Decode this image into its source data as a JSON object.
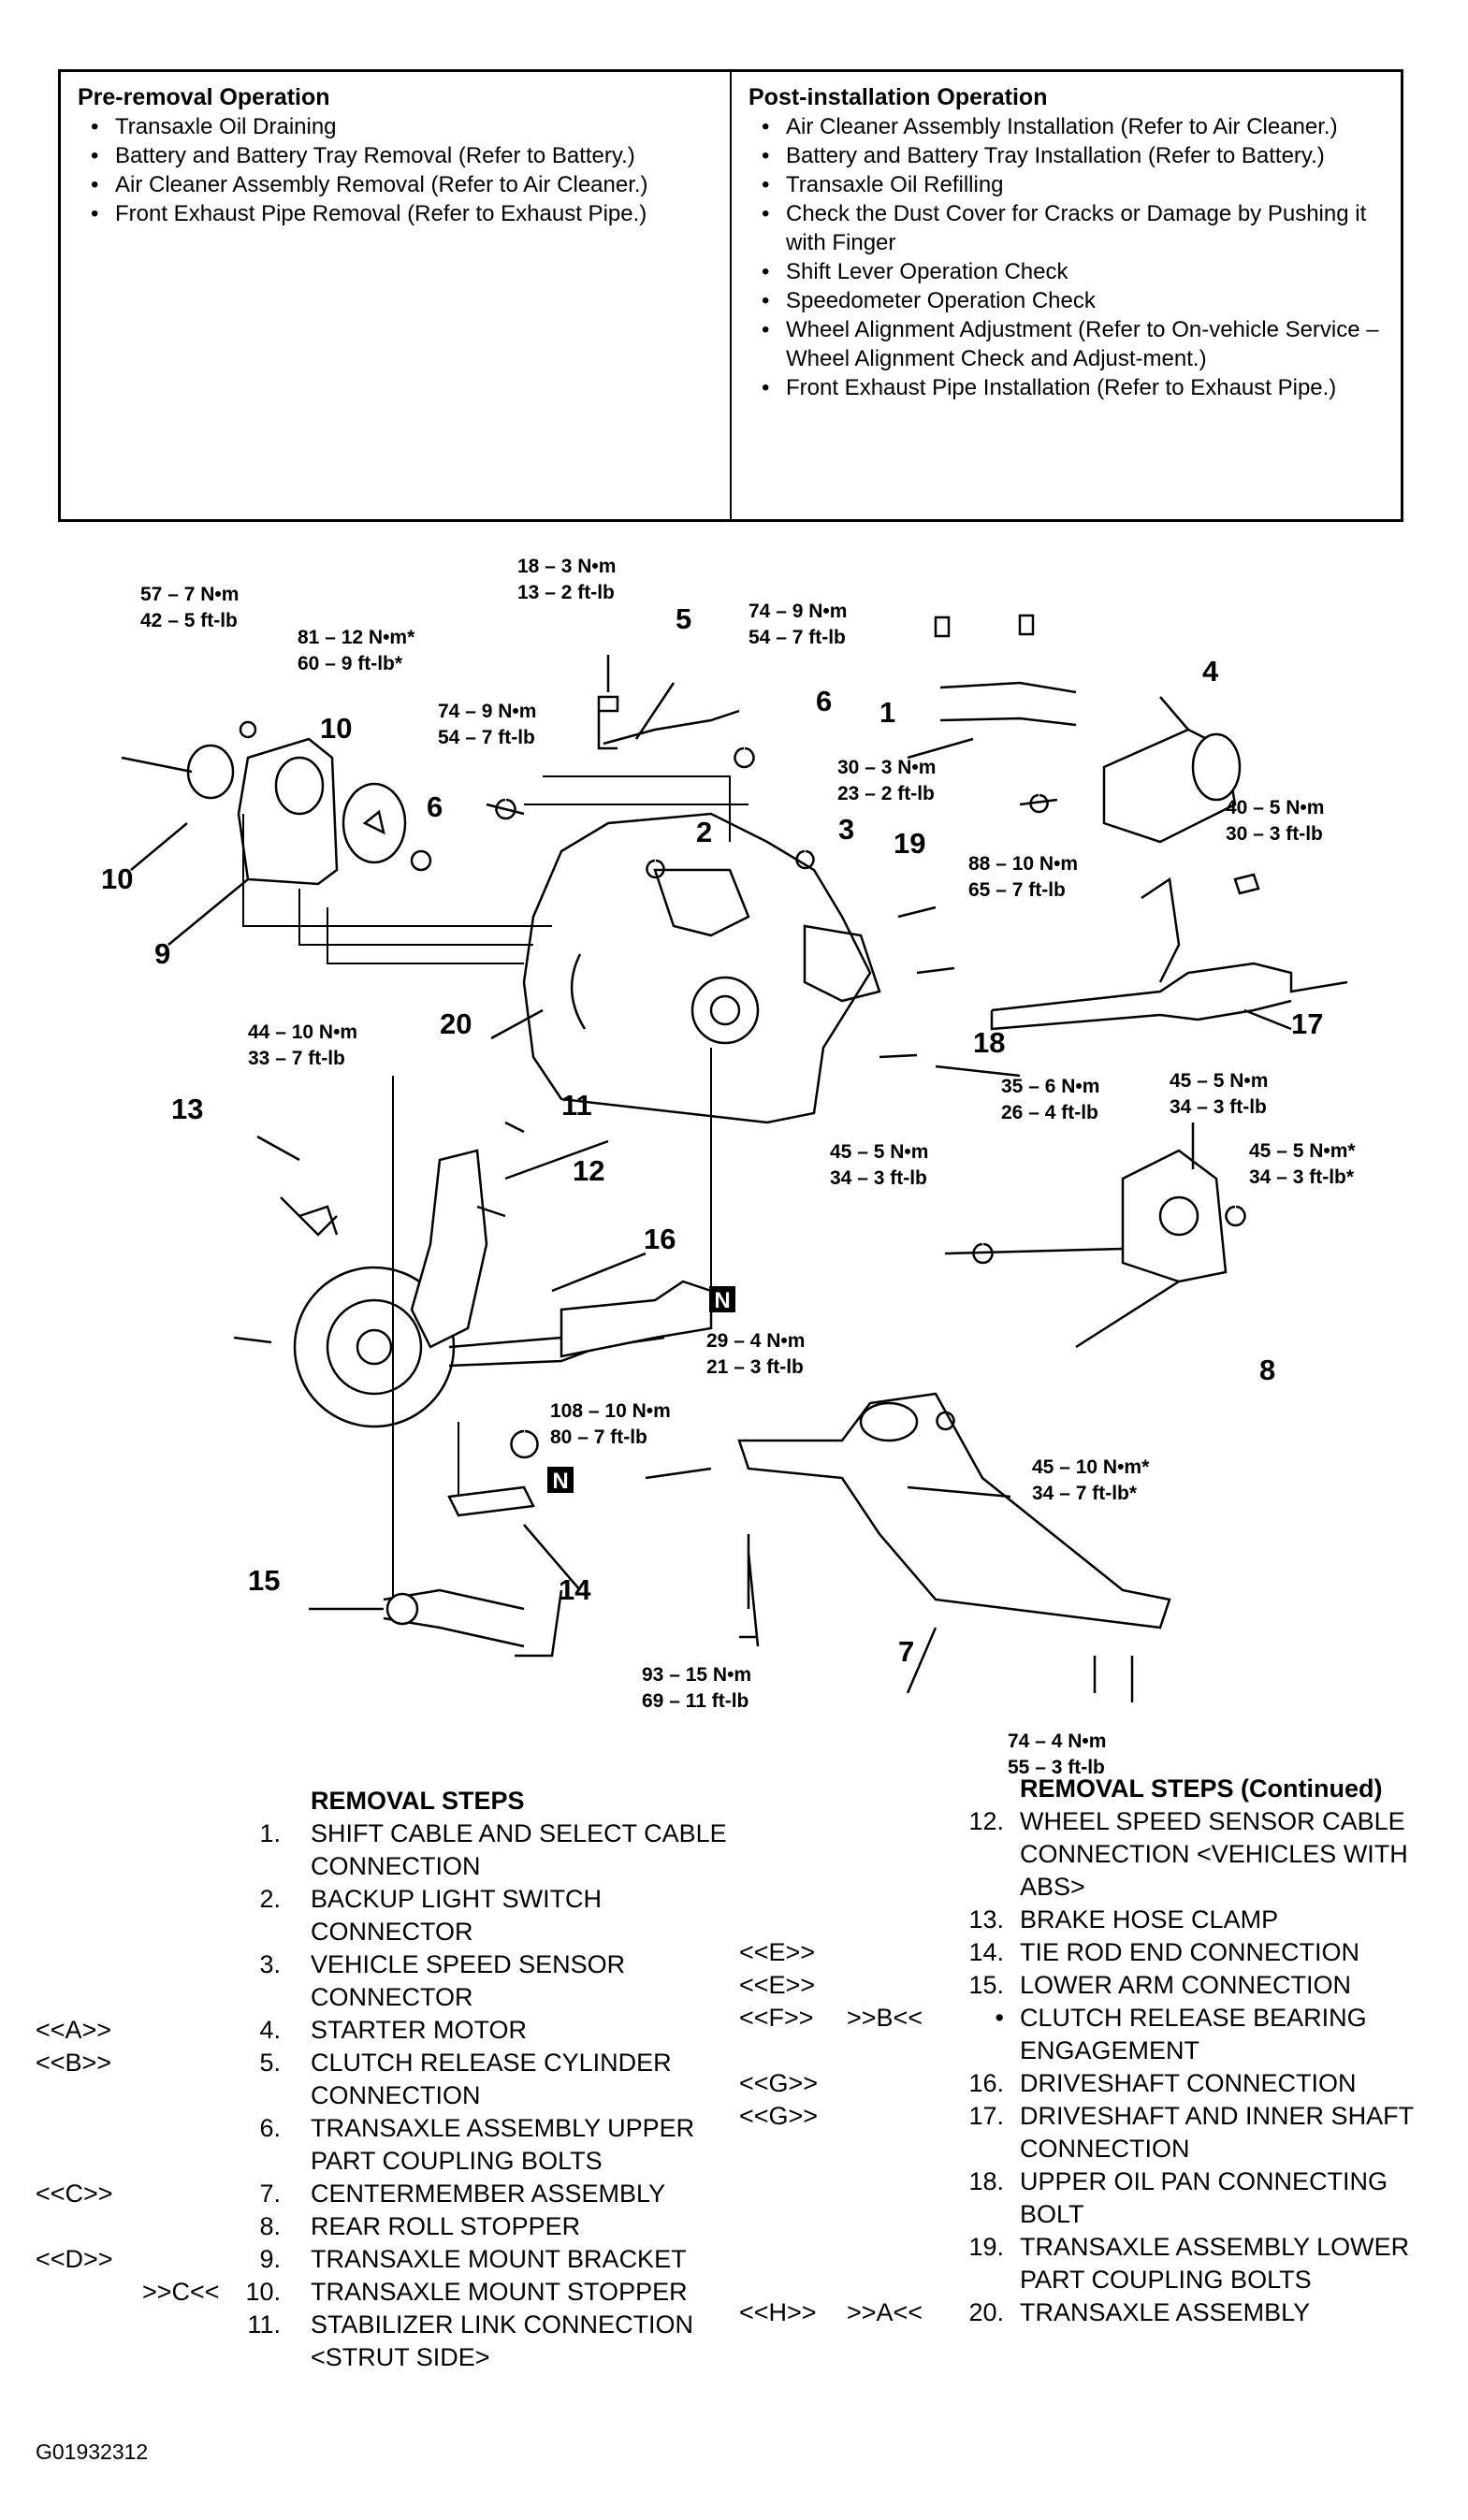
{
  "pre_removal": {
    "title": "Pre-removal Operation",
    "items": [
      "Transaxle Oil Draining",
      "Battery and Battery Tray Removal (Refer to Battery.)",
      "Air Cleaner Assembly Removal (Refer to Air Cleaner.)",
      "Front Exhaust Pipe Removal (Refer to Exhaust Pipe.)"
    ]
  },
  "post_installation": {
    "title": "Post-installation Operation",
    "items": [
      "Air Cleaner Assembly Installation (Refer to Air Cleaner.)",
      "Battery and Battery Tray Installation (Refer to Battery.)",
      "Transaxle Oil Refilling",
      "Check the Dust Cover for Cracks or Damage by Pushing it with Finger",
      "Shift Lever Operation Check",
      "Speedometer Operation Check",
      "Wheel Alignment Adjustment (Refer to On-vehicle Service – Wheel Alignment Check and Adjust-ment.)",
      "Front Exhaust Pipe Installation (Refer to Exhaust Pipe.)"
    ]
  },
  "torque": {
    "t1a": "57 – 7 N•m",
    "t1b": "42 – 5 ft-lb",
    "t2a": "81 – 12 N•m*",
    "t2b": "60 – 9 ft-lb*",
    "t3a": "18 – 3 N•m",
    "t3b": "13 – 2 ft-lb",
    "t4a": "74 – 9 N•m",
    "t4b": "54 – 7 ft-lb",
    "t5a": "74 – 9 N•m",
    "t5b": "54 – 7 ft-lb",
    "t6a": "30 – 3 N•m",
    "t6b": "23 – 2 ft-lb",
    "t7a": "40 – 5 N•m",
    "t7b": "30 – 3 ft-lb",
    "t8a": "88 – 10 N•m",
    "t8b": "65 – 7 ft-lb",
    "t9a": "44 – 10 N•m",
    "t9b": "33 – 7 ft-lb",
    "t10a": "35 – 6 N•m",
    "t10b": "26 – 4 ft-lb",
    "t11a": "45 – 5 N•m",
    "t11b": "34 – 3 ft-lb",
    "t12a": "45 – 5 N•m",
    "t12b": "34 – 3 ft-lb",
    "t13a": "45 – 5 N•m*",
    "t13b": "34 – 3 ft-lb*",
    "t14a": "29 – 4 N•m",
    "t14b": "21 – 3 ft-lb",
    "t15a": "108 – 10 N•m",
    "t15b": "80 – 7 ft-lb",
    "t16a": "45 – 10 N•m*",
    "t16b": "34 – 7 ft-lb*",
    "t17a": "93 – 15 N•m",
    "t17b": "69 – 11 ft-lb",
    "t18a": "74 – 4 N•m",
    "t18b": "55 – 3 ft-lb"
  },
  "callouts": {
    "n1": "1",
    "n2": "2",
    "n3": "3",
    "n4": "4",
    "n5": "5",
    "n6a": "6",
    "n6b": "6",
    "n7": "7",
    "n8": "8",
    "n9": "9",
    "n10a": "10",
    "n10b": "10",
    "n11": "11",
    "n12": "12",
    "n13": "13",
    "n14": "14",
    "n15": "15",
    "n16": "16",
    "n17": "17",
    "n18": "18",
    "n19": "19",
    "n20": "20",
    "na": "N",
    "nb": "N"
  },
  "removal_steps": {
    "title": "REMOVAL STEPS",
    "steps": [
      {
        "ref": "",
        "num": "1.",
        "text": "SHIFT CABLE AND SELECT CABLE CONNECTION"
      },
      {
        "ref": "",
        "num": "2.",
        "text": "BACKUP LIGHT SWITCH CONNECTOR"
      },
      {
        "ref": "",
        "num": "3.",
        "text": "VEHICLE SPEED SENSOR CONNECTOR"
      },
      {
        "ref": "<<A>>",
        "num": "4.",
        "text": "STARTER MOTOR"
      },
      {
        "ref": "<<B>>",
        "num": "5.",
        "text": "CLUTCH RELEASE CYLINDER CONNECTION"
      },
      {
        "ref": "",
        "num": "6.",
        "text": "TRANSAXLE ASSEMBLY UPPER PART COUPLING BOLTS"
      },
      {
        "ref": "<<C>>",
        "num": "7.",
        "text": "CENTERMEMBER ASSEMBLY"
      },
      {
        "ref": "",
        "num": "8.",
        "text": "REAR ROLL STOPPER"
      },
      {
        "ref": "<<D>>",
        "num": "9.",
        "text": "TRANSAXLE MOUNT BRACKET"
      },
      {
        "ref": ">>C<<",
        "num": "10.",
        "text": "TRANSAXLE MOUNT STOPPER"
      },
      {
        "ref": "",
        "num": "11.",
        "text": "STABILIZER LINK CONNECTION <STRUT SIDE>"
      }
    ]
  },
  "removal_steps_cont": {
    "title": "REMOVAL STEPS (Continued)",
    "steps": [
      {
        "ref1": "",
        "ref2": "",
        "num": "12.",
        "text": "WHEEL SPEED SENSOR CABLE CONNECTION <VEHICLES WITH ABS>"
      },
      {
        "ref1": "",
        "ref2": "",
        "num": "13.",
        "text": "BRAKE HOSE CLAMP"
      },
      {
        "ref1": "<<E>>",
        "ref2": "",
        "num": "14.",
        "text": "TIE ROD END CONNECTION"
      },
      {
        "ref1": "<<E>>",
        "ref2": "",
        "num": "15.",
        "text": "LOWER ARM CONNECTION"
      },
      {
        "ref1": "<<F>>",
        "ref2": ">>B<<",
        "num": "•",
        "text": "CLUTCH RELEASE BEARING ENGAGEMENT"
      },
      {
        "ref1": "<<G>>",
        "ref2": "",
        "num": "16.",
        "text": "DRIVESHAFT CONNECTION"
      },
      {
        "ref1": "<<G>>",
        "ref2": "",
        "num": "17.",
        "text": "DRIVESHAFT AND INNER SHAFT CONNECTION"
      },
      {
        "ref1": "",
        "ref2": "",
        "num": "18.",
        "text": "UPPER OIL PAN CONNECTING BOLT"
      },
      {
        "ref1": "",
        "ref2": "",
        "num": "19.",
        "text": "TRANSAXLE ASSEMBLY LOWER PART COUPLING BOLTS"
      },
      {
        "ref1": "<<H>>",
        "ref2": ">>A<<",
        "num": "20.",
        "text": "TRANSAXLE ASSEMBLY"
      }
    ]
  },
  "figure_code": "G01932312"
}
